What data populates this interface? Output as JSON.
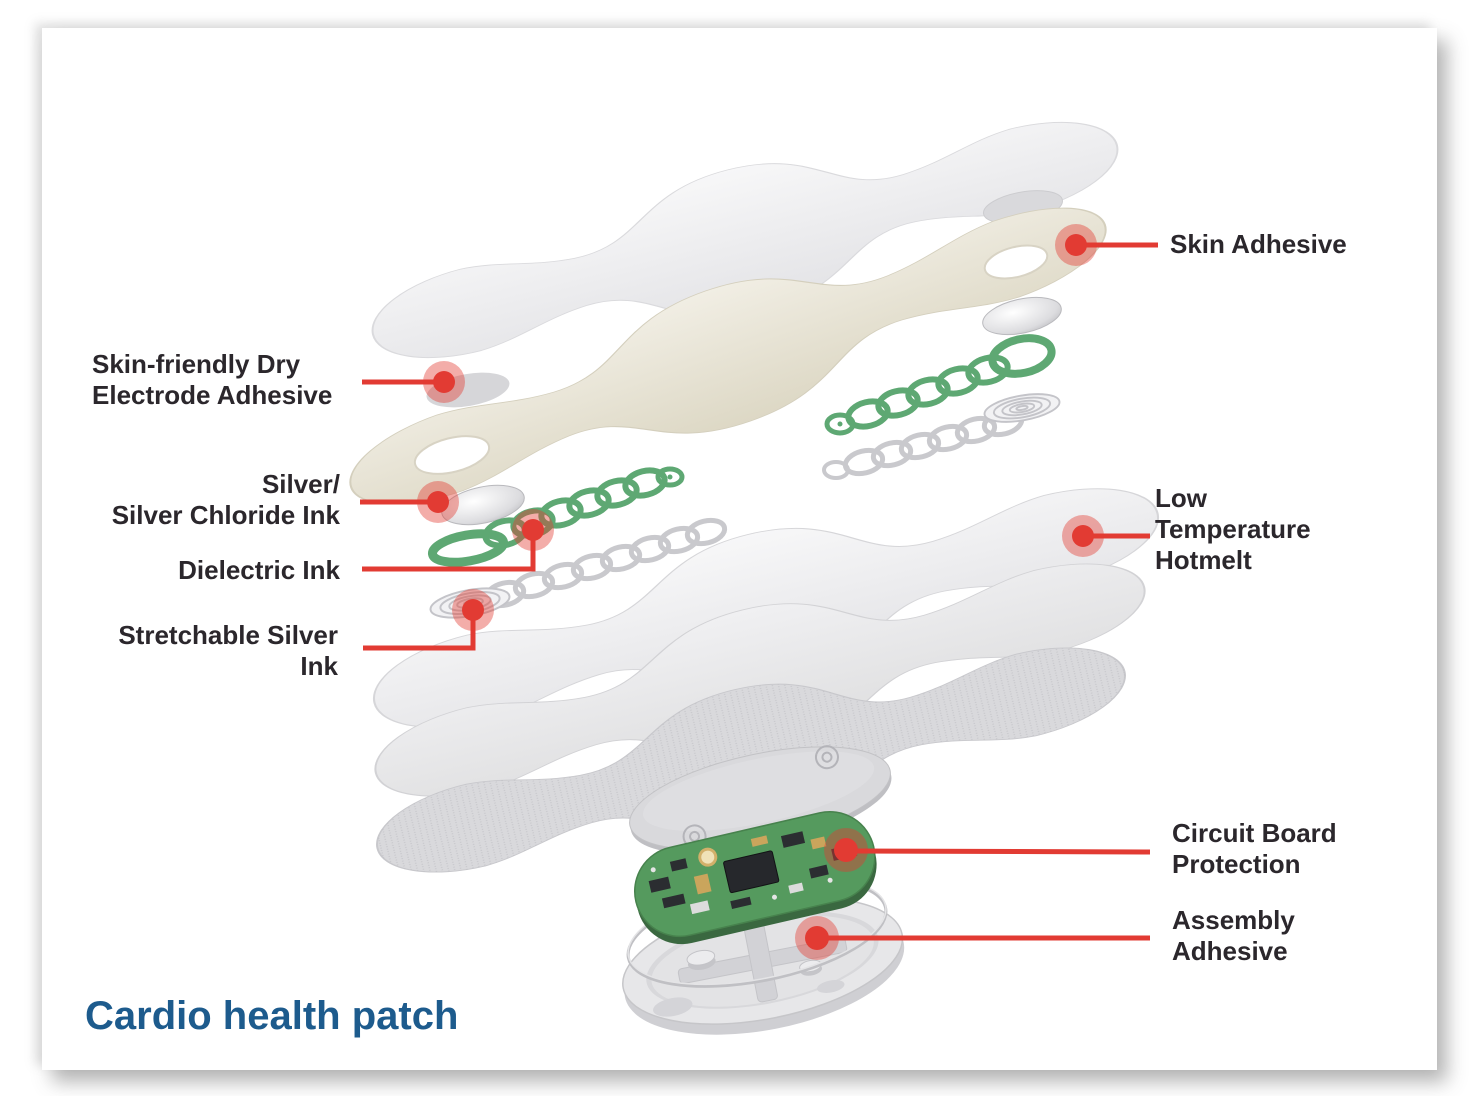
{
  "page": {
    "title": "Cardio health patch"
  },
  "colors": {
    "callout_red": "#e23b33",
    "green_ink": "#5ea873",
    "silver_ink": "#c9c9cc",
    "cream_layer": "#e9e5d7",
    "title_blue": "#1d5b8d",
    "label_text": "#2b272c"
  },
  "callouts": [
    {
      "id": "skin-adhesive",
      "label_lines": [
        "Skin Adhesive"
      ],
      "side": "right"
    },
    {
      "id": "skin-friendly-dry-electrode-adhesive",
      "label_lines": [
        "Skin-friendly Dry",
        "Electrode Adhesive"
      ],
      "side": "left"
    },
    {
      "id": "silver-silver-chloride-ink",
      "label_lines": [
        "Silver/",
        "Silver Chloride Ink"
      ],
      "side": "left"
    },
    {
      "id": "dielectric-ink",
      "label_lines": [
        "Dielectric Ink"
      ],
      "side": "left"
    },
    {
      "id": "stretchable-silver-ink",
      "label_lines": [
        "Stretchable Silver",
        "Ink"
      ],
      "side": "left"
    },
    {
      "id": "low-temperature-hotmelt",
      "label_lines": [
        "Low",
        "Temperature",
        "Hotmelt"
      ],
      "side": "right"
    },
    {
      "id": "circuit-board-protection",
      "label_lines": [
        "Circuit Board",
        "Protection"
      ],
      "side": "right"
    },
    {
      "id": "assembly-adhesive",
      "label_lines": [
        "Assembly",
        "Adhesive"
      ],
      "side": "right"
    }
  ]
}
